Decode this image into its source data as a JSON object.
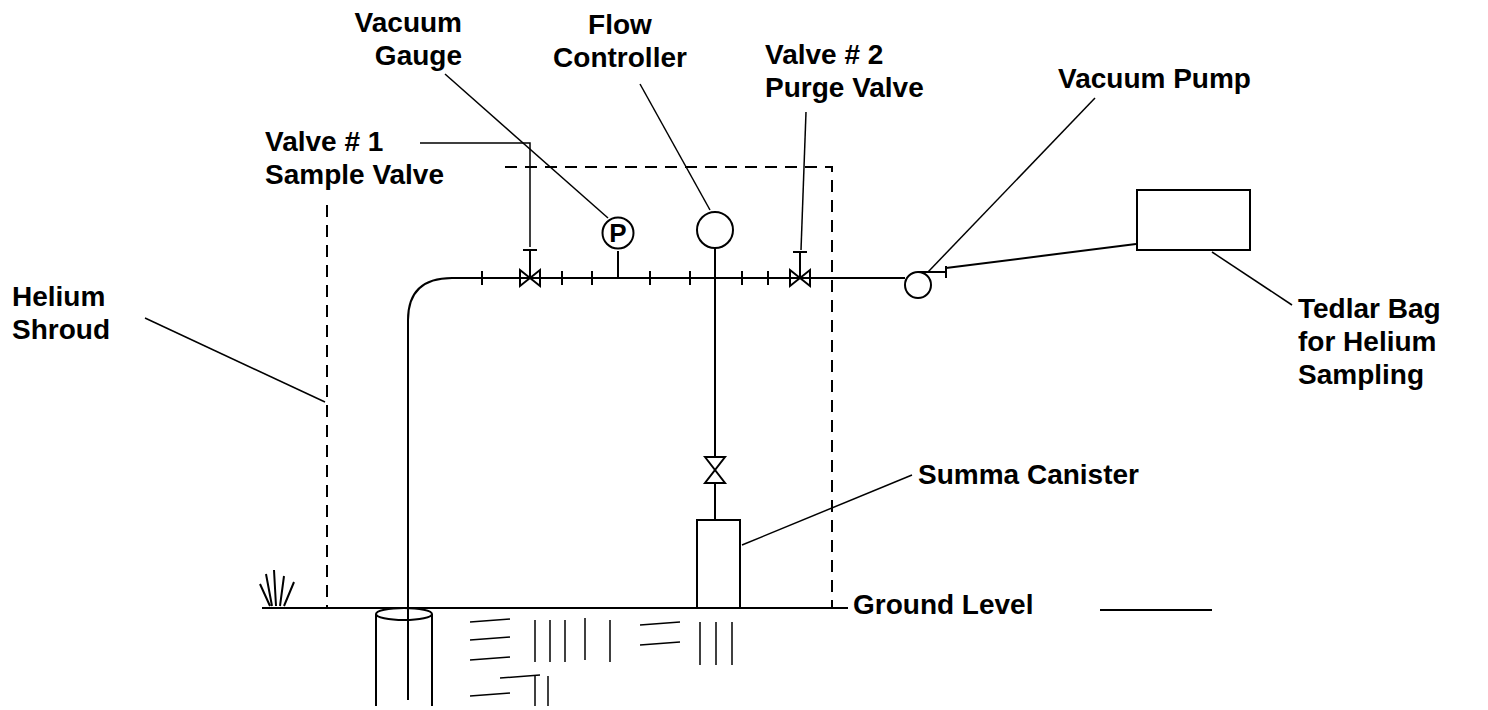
{
  "diagram": {
    "nodes": [
      {
        "text": [
          "P"
        ]
      }
    ],
    "labels": [
      "Vacuum Gauge",
      "Flow Controller",
      "Valve # 2 Purge Valve",
      "Vacuum Pump",
      "Valve # 1 Sample Valve",
      "Helium Shroud",
      "Tedlar Bag for Helium Sampling",
      "Summa Canister",
      "Ground Level"
    ]
  }
}
